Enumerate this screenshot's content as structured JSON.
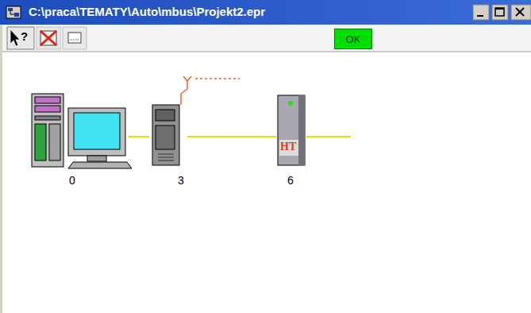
{
  "diagram": {
    "title": "C:\\praca\\TEMATY\\Auto\\mbus\\Projekt2.epr",
    "nodes": [
      {
        "text": [
          "OK"
        ]
      },
      {
        "text": [
          "0"
        ]
      },
      {
        "text": [
          "3"
        ]
      },
      {
        "text": [
          "HT",
          "6"
        ]
      }
    ],
    "edges": [
      {
        "from": 1,
        "to": 2,
        "arrow": "none"
      },
      {
        "from": 2,
        "to": 3,
        "arrow": "none"
      }
    ],
    "labels": [
      "?"
    ]
  }
}
